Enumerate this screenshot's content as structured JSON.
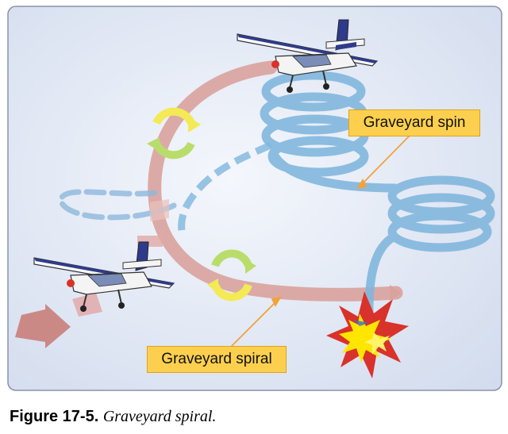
{
  "diagram": {
    "labels": {
      "spin": "Graveyard spin",
      "spiral": "Graveyard spiral"
    },
    "colors": {
      "background": "#dfe6f3",
      "spiral_path": "#d9a29c",
      "spin_path": "#7fb6dd",
      "callout_box": "#fcd04e",
      "callout_line": "#f2a23a",
      "crash_red": "#d8322b",
      "crash_yellow": "#ffe600"
    },
    "icons": [
      "airplane-top-icon",
      "airplane-bottom-icon",
      "rotation-arrows-icon",
      "crash-explosion-icon"
    ]
  },
  "caption": {
    "number": "Figure 17-5.",
    "title": "Graveyard spiral."
  }
}
